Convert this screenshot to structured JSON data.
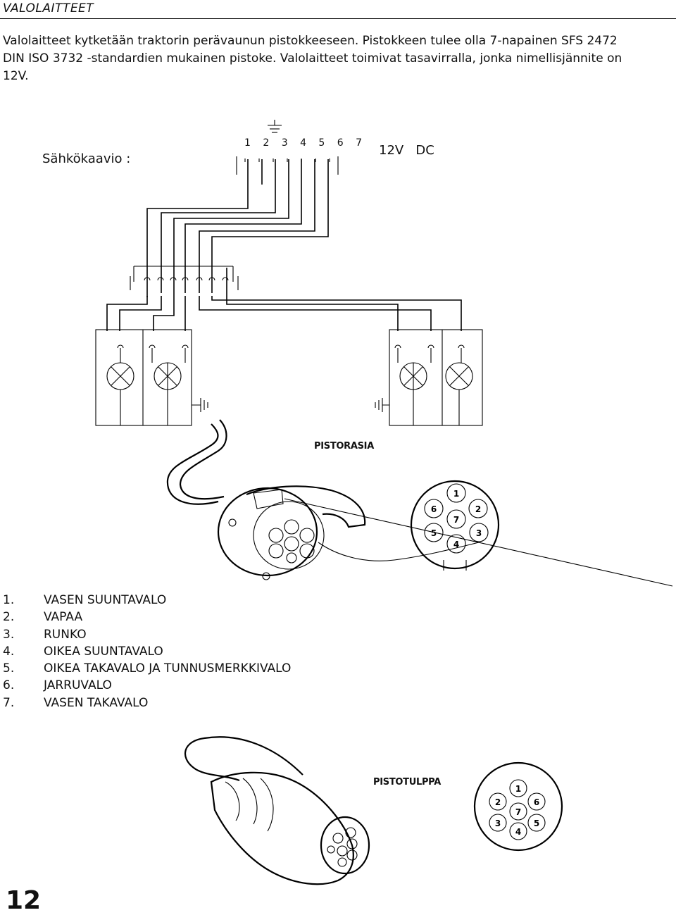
{
  "header": {
    "title": "VALOLAITTEET"
  },
  "intro": {
    "text": "Valolaitteet kytketään traktorin perävaunun pistokkeeseen.  Pistokkeen tulee olla  7-napainen SFS 2472 DIN ISO 3732 -standardien mukainen pistoke. Valolaitteet toimivat tasavirralla, jonka nimellisjännite on 12V."
  },
  "diagram": {
    "label": "Sähkökaavio :",
    "pin_numbers": "1 2 3 4 5 6 7",
    "voltage": "12V   DC"
  },
  "socket": {
    "title": "PISTORASIA",
    "pins": [
      "1",
      "2",
      "3",
      "4",
      "5",
      "6",
      "7"
    ]
  },
  "legend": [
    {
      "num": "1.",
      "label": "VASEN SUUNTAVALO"
    },
    {
      "num": "2.",
      "label": "VAPAA"
    },
    {
      "num": "3.",
      "label": "RUNKO"
    },
    {
      "num": "4.",
      "label": "OIKEA SUUNTAVALO"
    },
    {
      "num": "5.",
      "label": "OIKEA TAKAVALO JA TUNNUSMERKKIVALO"
    },
    {
      "num": "6.",
      "label": "JARRUVALO"
    },
    {
      "num": "7.",
      "label": "VASEN TAKAVALO"
    }
  ],
  "plug": {
    "title": "PISTOTULPPA",
    "pins": [
      "1",
      "2",
      "3",
      "4",
      "5",
      "6",
      "7"
    ]
  },
  "footer": {
    "page_number": "12"
  }
}
